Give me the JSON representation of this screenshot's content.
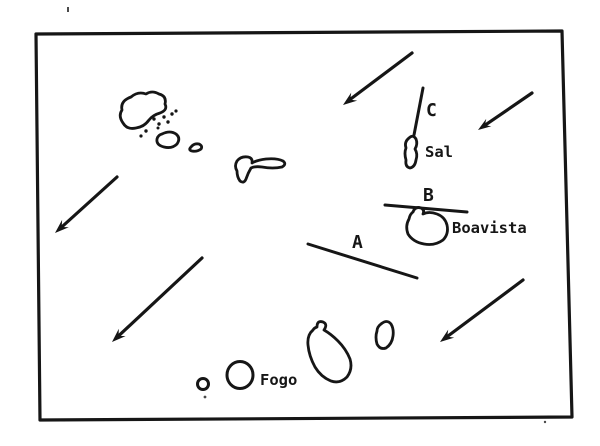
{
  "figure": {
    "background_color": "#ffffff",
    "ink_color": "#161616"
  },
  "labels": {
    "line_a": "A",
    "line_b": "B",
    "line_c": "C",
    "sal": "Sal",
    "boavista": "Boavista",
    "fogo": "Fogo"
  }
}
